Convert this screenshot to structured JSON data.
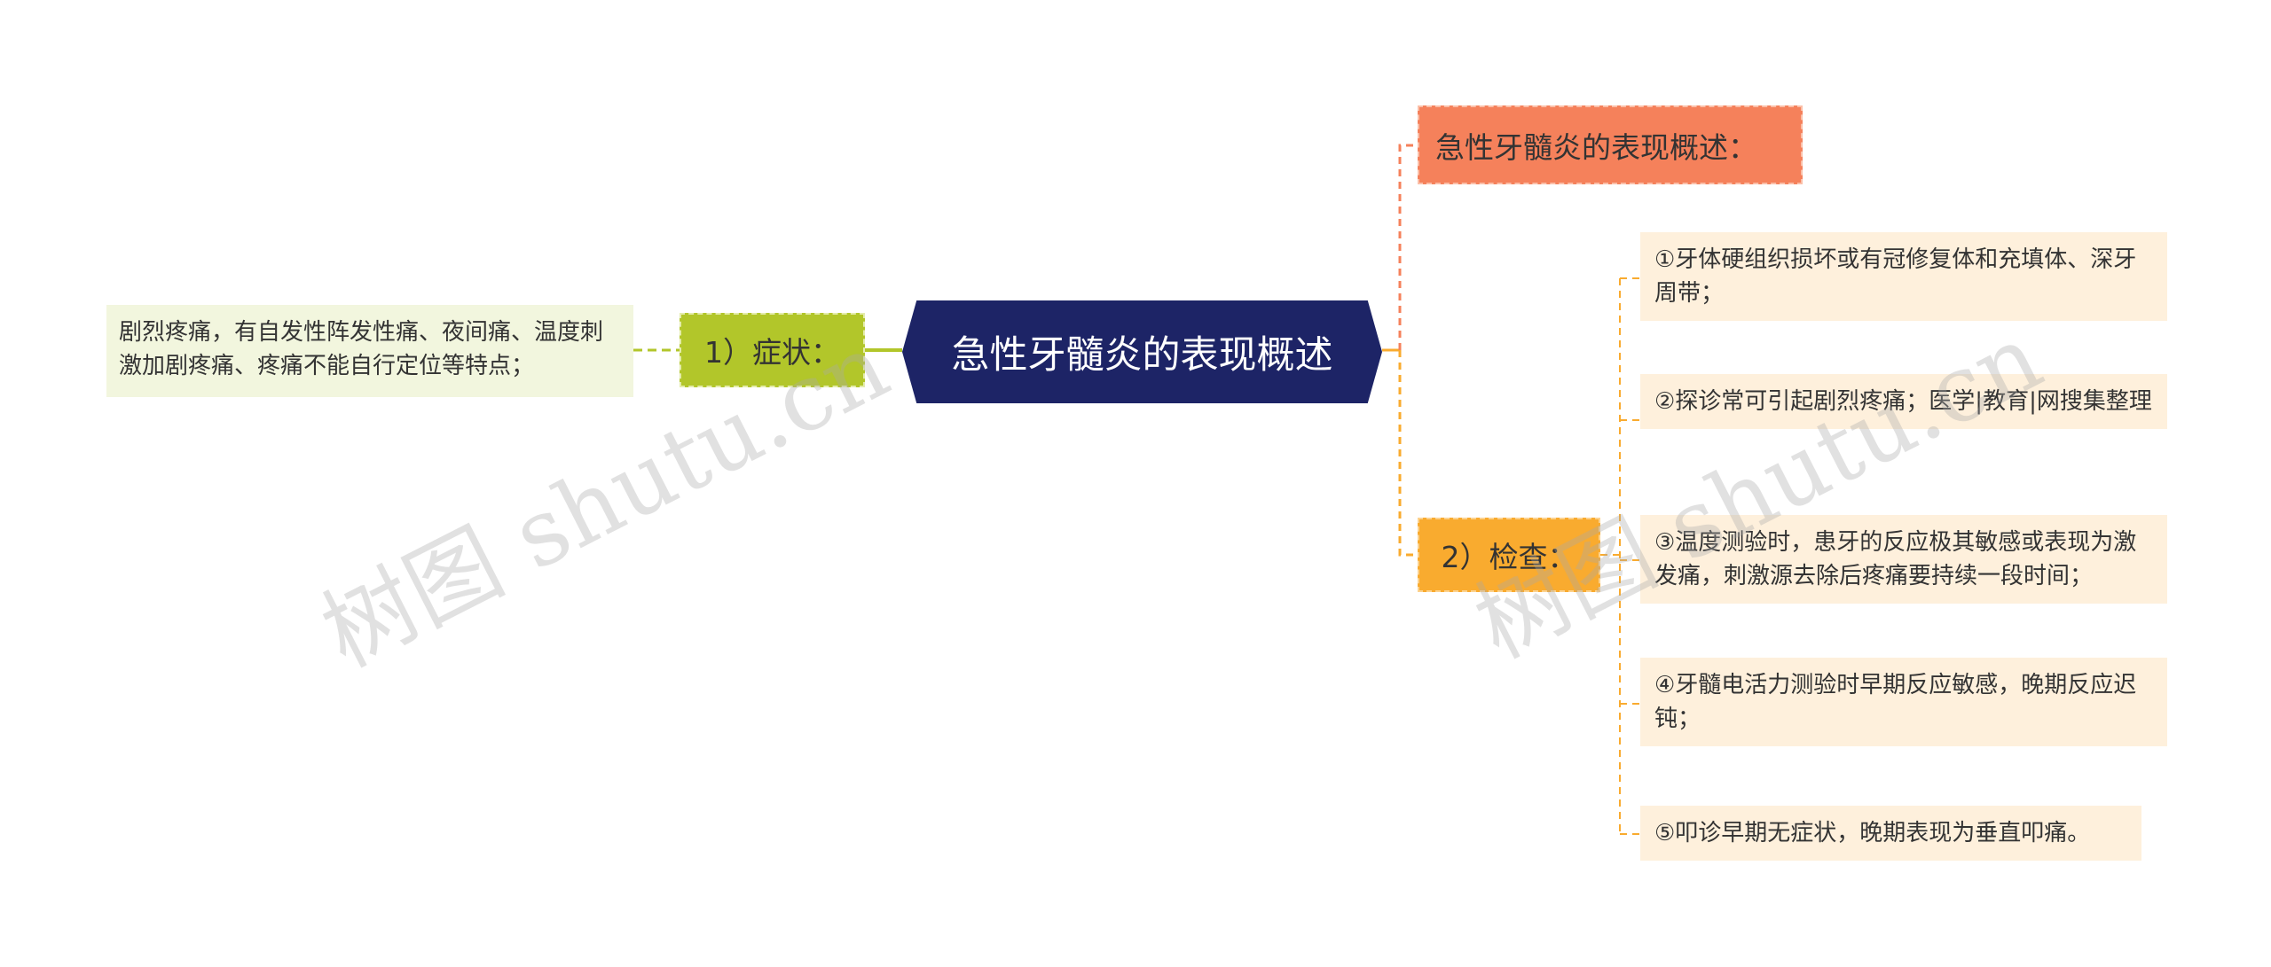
{
  "title": "急性牙髓炎的表现概述",
  "branches": {
    "symptoms": {
      "label": "1）症状：",
      "detail": "剧烈疼痛，有自发性阵发性痛、夜间痛、温度刺激加剧疼痛、疼痛不能自行定位等特点；"
    },
    "overview": {
      "label": "急性牙髓炎的表现概述："
    },
    "exam": {
      "label": "2）检查：",
      "items": [
        "①牙体硬组织损坏或有冠修复体和充填体、深牙周带；",
        "②探诊常可引起剧烈疼痛；医学|教育|网搜集整理",
        "③温度测验时，患牙的反应极其敏感或表现为激发痛，刺激源去除后疼痛要持续一段时间；",
        "④牙髓电活力测验时早期反应敏感，晚期反应迟钝；",
        "⑤叩诊早期无症状，晚期表现为垂直叩痛。"
      ]
    }
  },
  "watermark": "树图 shutu.cn",
  "colors": {
    "center": "#1d2466",
    "symptoms": "#b2c62a",
    "symptoms_detail": "#f2f6de",
    "overview": "#f5815b",
    "exam": "#f9ab2f",
    "exam_item": "#fef0dc"
  }
}
